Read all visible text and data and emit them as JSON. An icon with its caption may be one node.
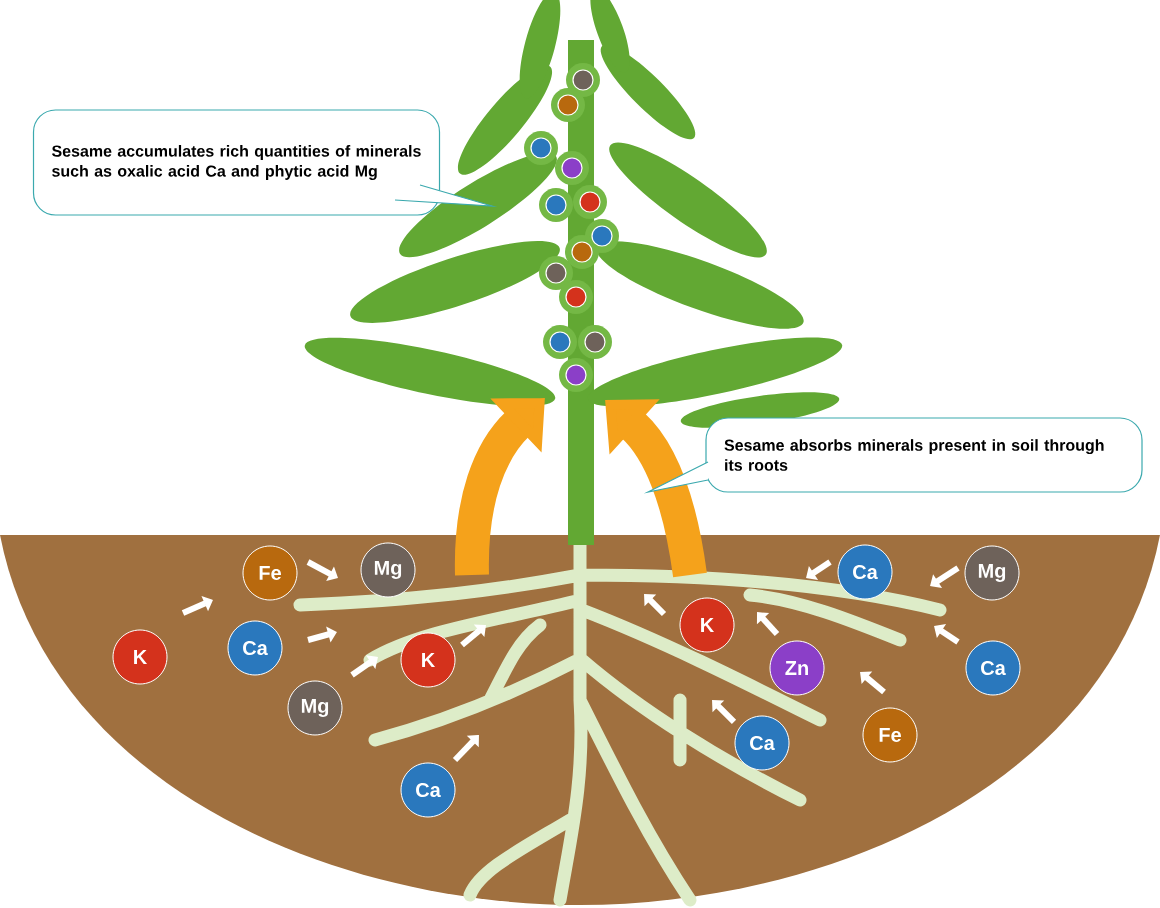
{
  "diagram": {
    "nodes": [
      {
        "text": [
          "Sesame accumulates rich quantities of minerals such as oxalic acid Ca and phytic acid Mg"
        ]
      },
      {
        "text": [
          "Sesame absorbs minerals present in soil through its roots"
        ]
      },
      {
        "text": [
          "Fe"
        ]
      },
      {
        "text": [
          "Mg"
        ]
      },
      {
        "text": [
          "Ca"
        ]
      },
      {
        "text": [
          "Mg"
        ]
      },
      {
        "text": [
          "K"
        ]
      },
      {
        "text": [
          "Ca"
        ]
      },
      {
        "text": [
          "K"
        ]
      },
      {
        "text": [
          "K"
        ]
      },
      {
        "text": [
          "Ca"
        ]
      },
      {
        "text": [
          "Zn"
        ]
      },
      {
        "text": [
          "Mg"
        ]
      },
      {
        "text": [
          "Ca"
        ]
      },
      {
        "text": [
          "Fe"
        ]
      },
      {
        "text": [
          "Ca"
        ]
      }
    ]
  }
}
